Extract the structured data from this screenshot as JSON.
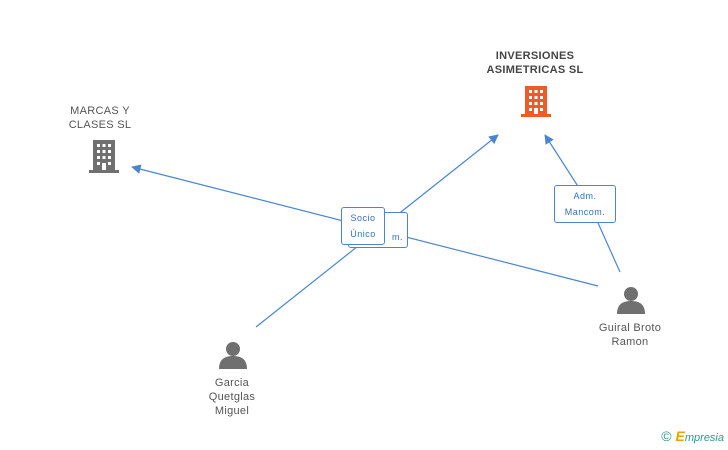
{
  "nodes": {
    "marcas": {
      "label_line1": "MARCAS Y",
      "label_line2": "CLASES SL",
      "icon": "building-icon",
      "color": "#707070"
    },
    "inversiones": {
      "label_line1": "INVERSIONES",
      "label_line2": "ASIMETRICAS SL",
      "icon": "building-icon",
      "color": "#f05a28"
    },
    "garcia": {
      "label_line1": "Garcia",
      "label_line2": "Quetglas",
      "label_line3": "Miguel",
      "icon": "person-icon",
      "color": "#707070"
    },
    "guiral": {
      "label_line1": "Guiral Broto",
      "label_line2": "Ramon",
      "icon": "person-icon",
      "color": "#707070"
    }
  },
  "edges": {
    "socio_line1": "Socio",
    "socio_line2": "Único",
    "hidden_partial": "m.",
    "adm_line1": "Adm.",
    "adm_line2": "Mancom."
  },
  "colors": {
    "edge": "#4a86d0"
  },
  "brand": {
    "copyright": "©",
    "e": "E",
    "rest": "mpresia"
  }
}
